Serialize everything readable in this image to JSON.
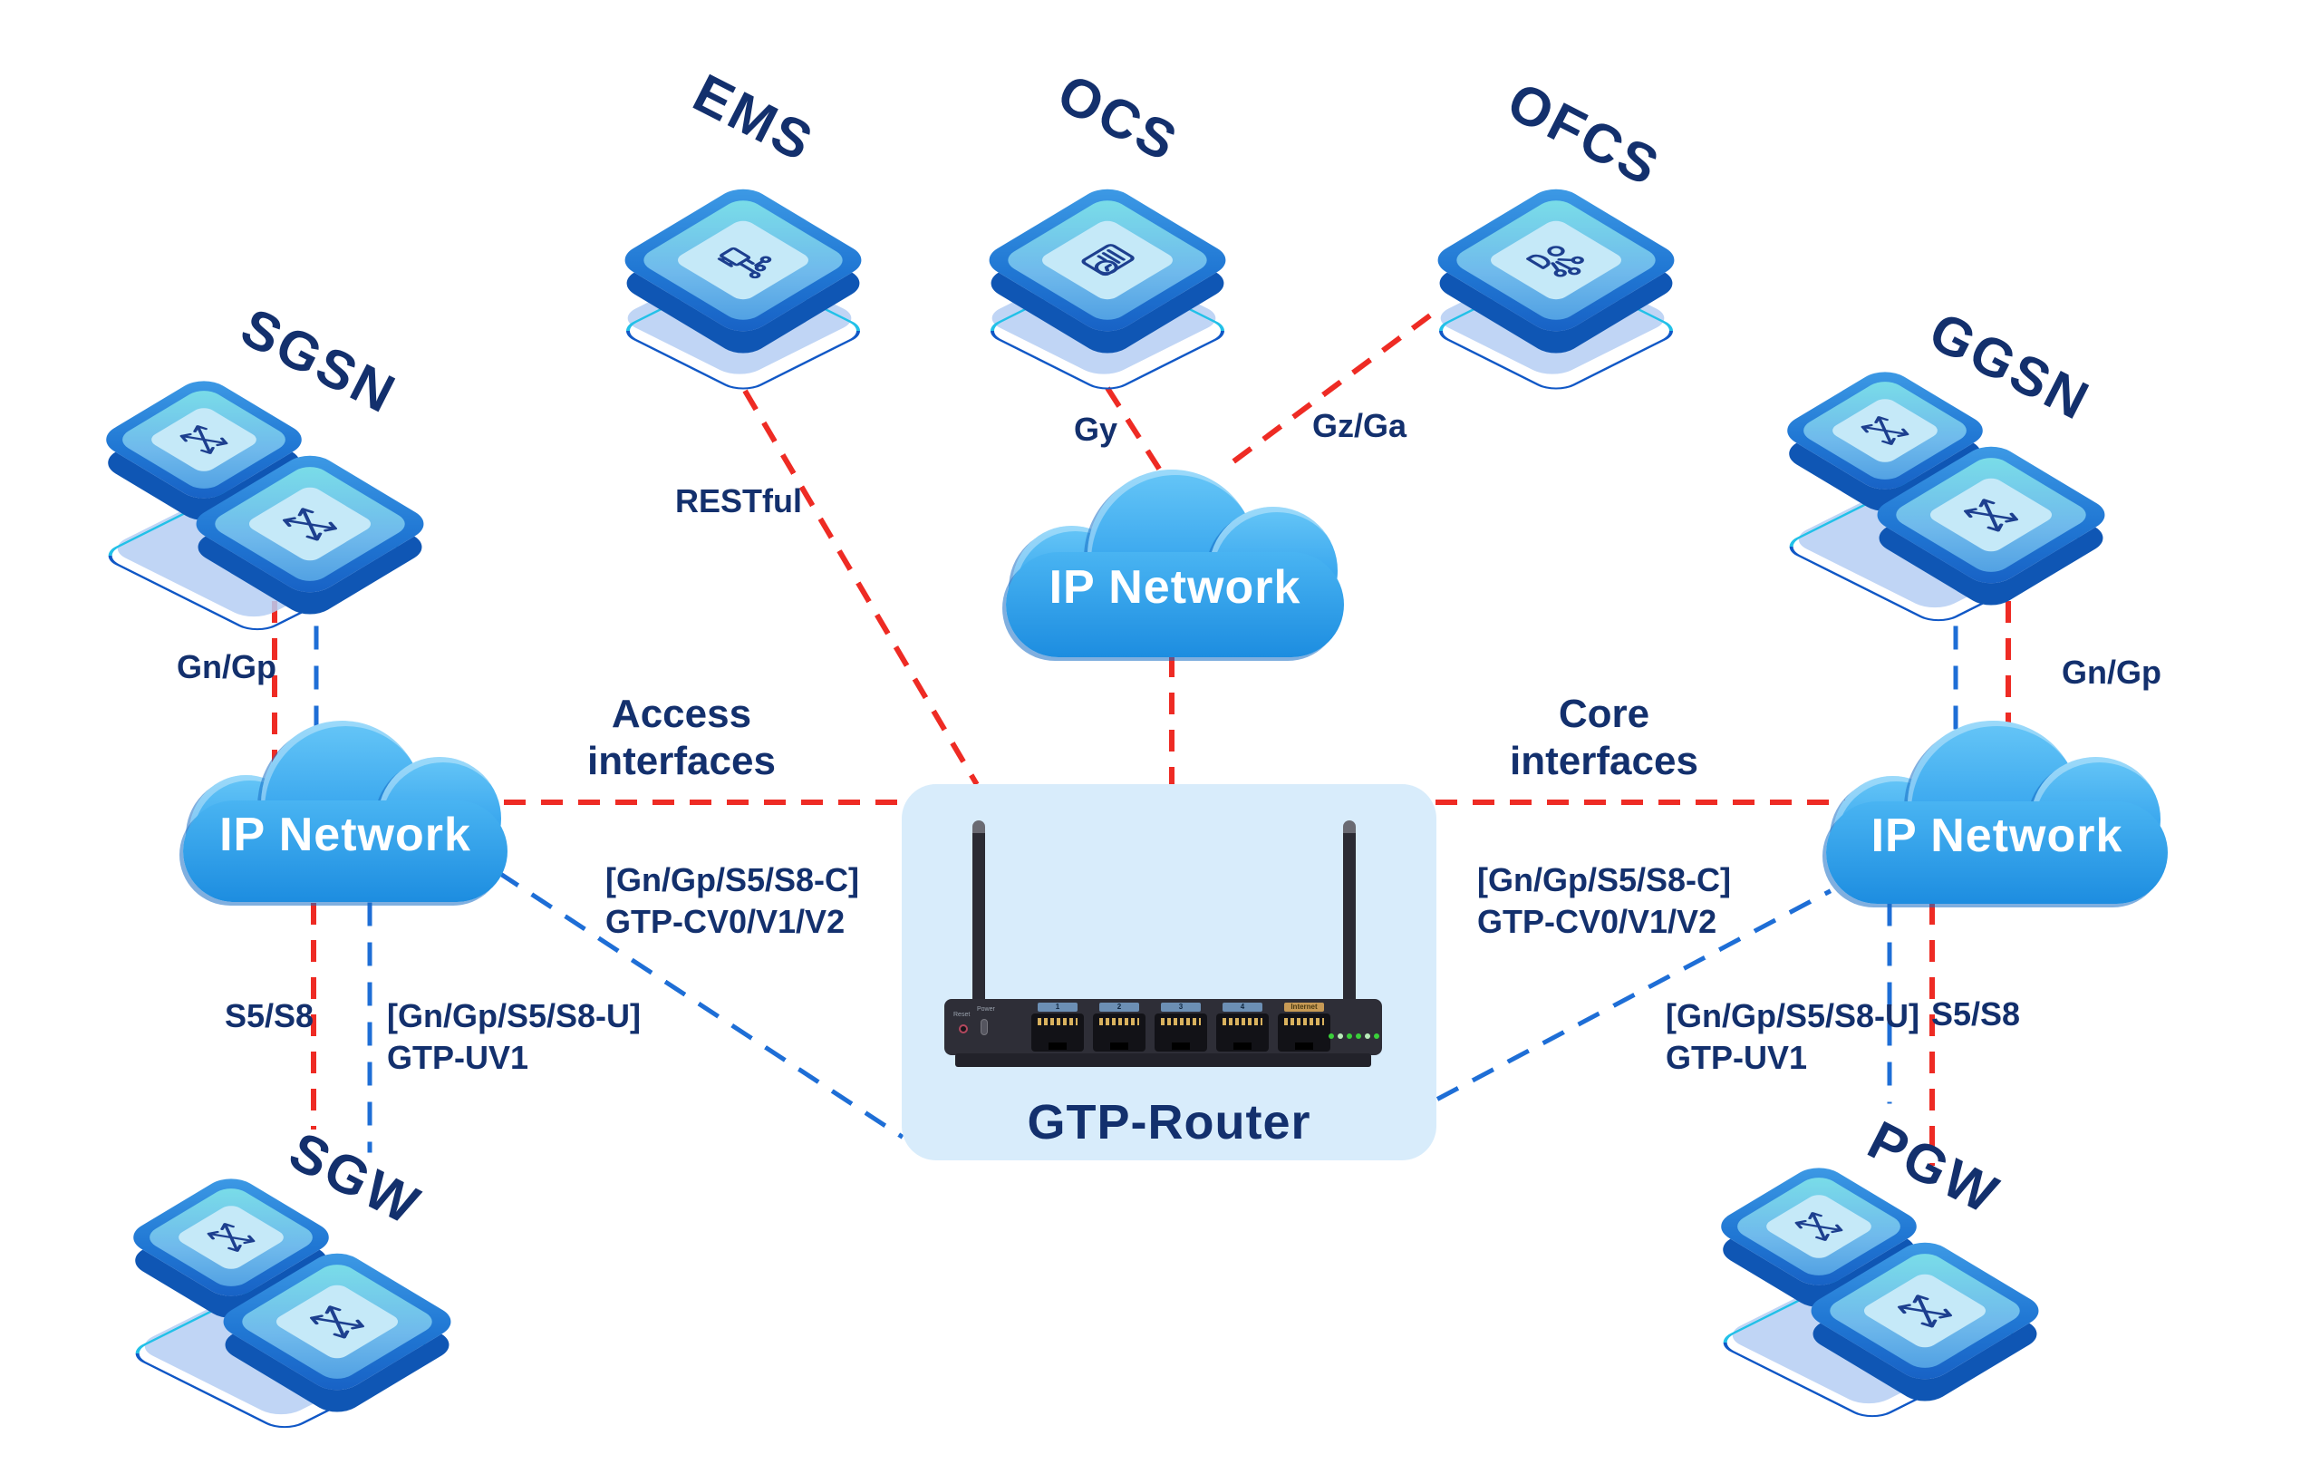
{
  "colors": {
    "red_link": "#ee2b24",
    "blue_link": "#1e6ed6",
    "navy_text": "#13306d",
    "cloud_blue": "#2a9ceb",
    "panel_bg": "#d8ecfb",
    "box_blue": "#2178d4",
    "led_green": "#3ad03a"
  },
  "clouds": {
    "center": "IP Network",
    "left": "IP Network",
    "right": "IP Network"
  },
  "nodes": {
    "ems": {
      "label": "EMS",
      "icon": "circuit-icon"
    },
    "ocs": {
      "label": "OCS",
      "icon": "billing-document-icon"
    },
    "ofcs": {
      "label": "OFCS",
      "icon": "org-chart-icon"
    },
    "sgsn": {
      "label": "SGSN",
      "icon": "crossed-arrows-icon"
    },
    "ggsn": {
      "label": "GGSN",
      "icon": "crossed-arrows-icon"
    },
    "sgw": {
      "label": "SGW",
      "icon": "crossed-arrows-icon"
    },
    "pgw": {
      "label": "PGW",
      "icon": "crossed-arrows-icon"
    }
  },
  "router": {
    "label": "GTP-Router",
    "reset_label": "Reset",
    "power_label": "Power",
    "port_labels": [
      "1",
      "2",
      "3",
      "4",
      "Internet"
    ],
    "led_count": 6
  },
  "interfaces": {
    "restful": "RESTful",
    "gy": "Gy",
    "gz_ga": "Gz/Ga",
    "gn_gp_left": "Gn/Gp",
    "gn_gp_right": "Gn/Gp",
    "s5_s8_left": "S5/S8",
    "s5_s8_right": "S5/S8",
    "access_title": "Access\ninterfaces",
    "core_title": "Core\ninterfaces",
    "control_left_line1": "[Gn/Gp/S5/S8-C]",
    "control_left_line2": "GTP-CV0/V1/V2",
    "control_right_line1": "[Gn/Gp/S5/S8-C]",
    "control_right_line2": "GTP-CV0/V1/V2",
    "user_left_line1": "[Gn/Gp/S5/S8-U]",
    "user_left_line2": "GTP-UV1",
    "user_right_line1": "[Gn/Gp/S5/S8-U]",
    "user_right_line2": "GTP-UV1"
  }
}
